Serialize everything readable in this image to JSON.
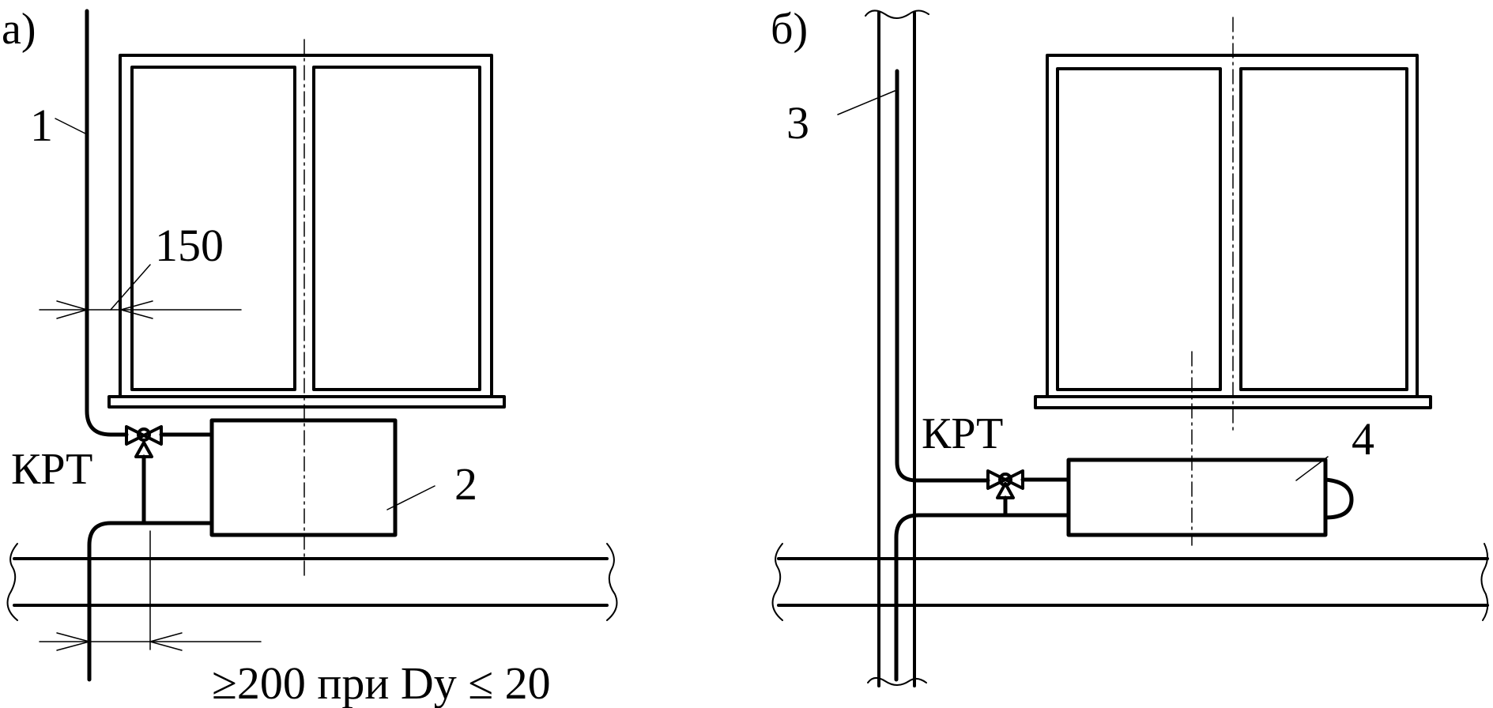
{
  "panels": {
    "a": {
      "label": "а)"
    },
    "b": {
      "label": "б)"
    }
  },
  "callouts": {
    "riser_a": "1",
    "radiator_a": "2",
    "riser_b": "3",
    "radiator_b": "4"
  },
  "valve_labels": {
    "a": "КРТ",
    "b": "КРТ"
  },
  "dimensions": {
    "riser_offset": "150",
    "bypass_offset": "≥200 при Dy ≤ 20"
  },
  "colors": {
    "line": "#000000",
    "background": "#ffffff"
  }
}
